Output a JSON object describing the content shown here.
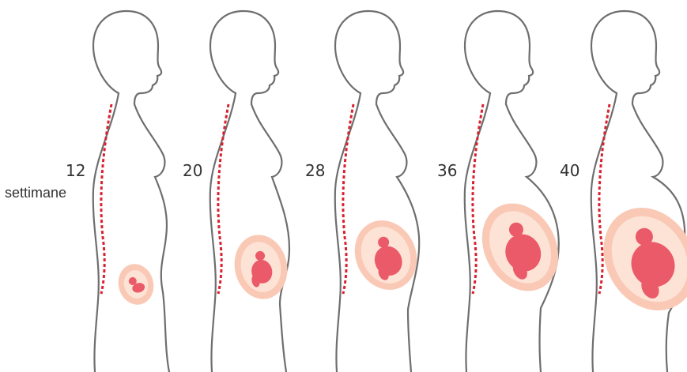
{
  "colors": {
    "outline": "#6e6e6e",
    "spine": "#d9212e",
    "uterus_outer": "#f9c9b6",
    "uterus_inner": "#fde3d6",
    "fetus": "#ea5a68"
  },
  "unit_label": "settimane",
  "stages": [
    {
      "week": "12",
      "fetus_size": 0.18
    },
    {
      "week": "20",
      "fetus_size": 0.42
    },
    {
      "week": "28",
      "fetus_size": 0.62
    },
    {
      "week": "36",
      "fetus_size": 0.85
    },
    {
      "week": "40",
      "fetus_size": 1.0
    }
  ]
}
